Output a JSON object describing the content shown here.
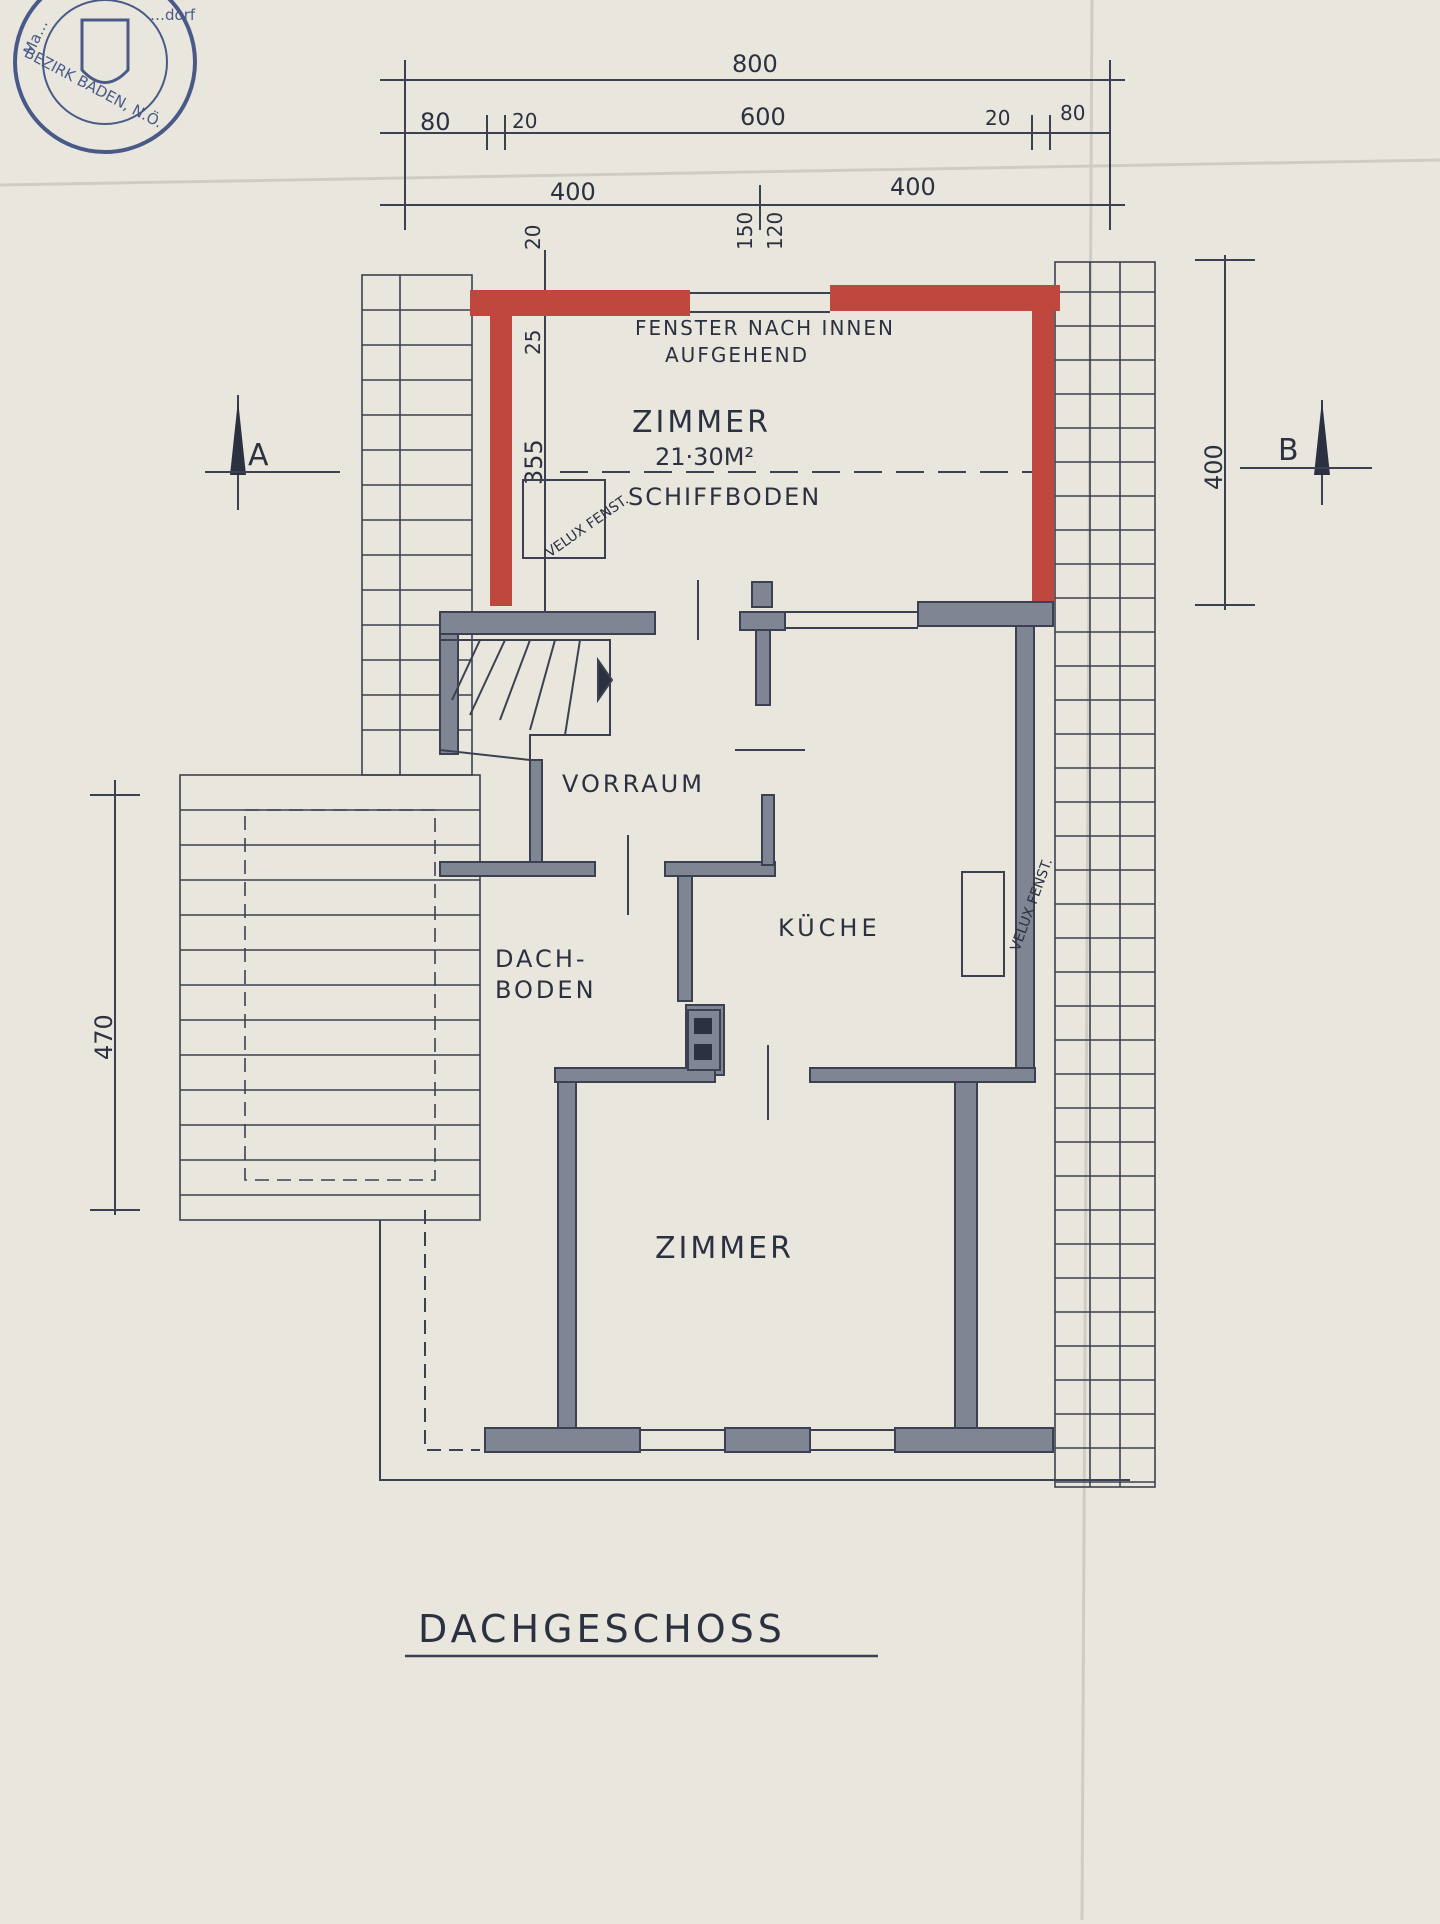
{
  "stamp": {
    "ring_text": "BEZIRK BADEN, N.Ö.",
    "top_text": "Ma…",
    "right_text": "…dorf"
  },
  "dimensions": {
    "total_width": "800",
    "left_eave": "80",
    "left_wall": "20",
    "inner_width": "600",
    "right_wall": "20",
    "right_eave": "80",
    "half_left": "400",
    "half_right": "400",
    "wall_thickness_top": "20",
    "top_window_a": "150",
    "top_window_b": "120",
    "room_depth_a": "25",
    "room_depth_b": "355",
    "right_height": "400",
    "left_height": "470"
  },
  "section_markers": {
    "left": "A",
    "right": "B"
  },
  "rooms": {
    "zimmer_top": "ZIMMER",
    "zimmer_top_area": "21·30M²",
    "zimmer_top_floor": "SCHIFFBODEN",
    "window_note_line1": "FENSTER NACH INNEN",
    "window_note_line2": "AUFGEHEND",
    "velux_left": "VELUX FENST.",
    "vorraum": "VORRAUM",
    "kueche": "KÜCHE",
    "velux_right": "VELUX FENST.",
    "dachboden_line1": "DACH-",
    "dachboden_line2": "BODEN",
    "zimmer_bottom": "ZIMMER"
  },
  "plan_title": "DACHGESCHOSS",
  "colors": {
    "paper": "#e9e7dd",
    "ink": "#3b4150",
    "wall_fill": "#7f8593",
    "red_wall": "#c0473d"
  }
}
